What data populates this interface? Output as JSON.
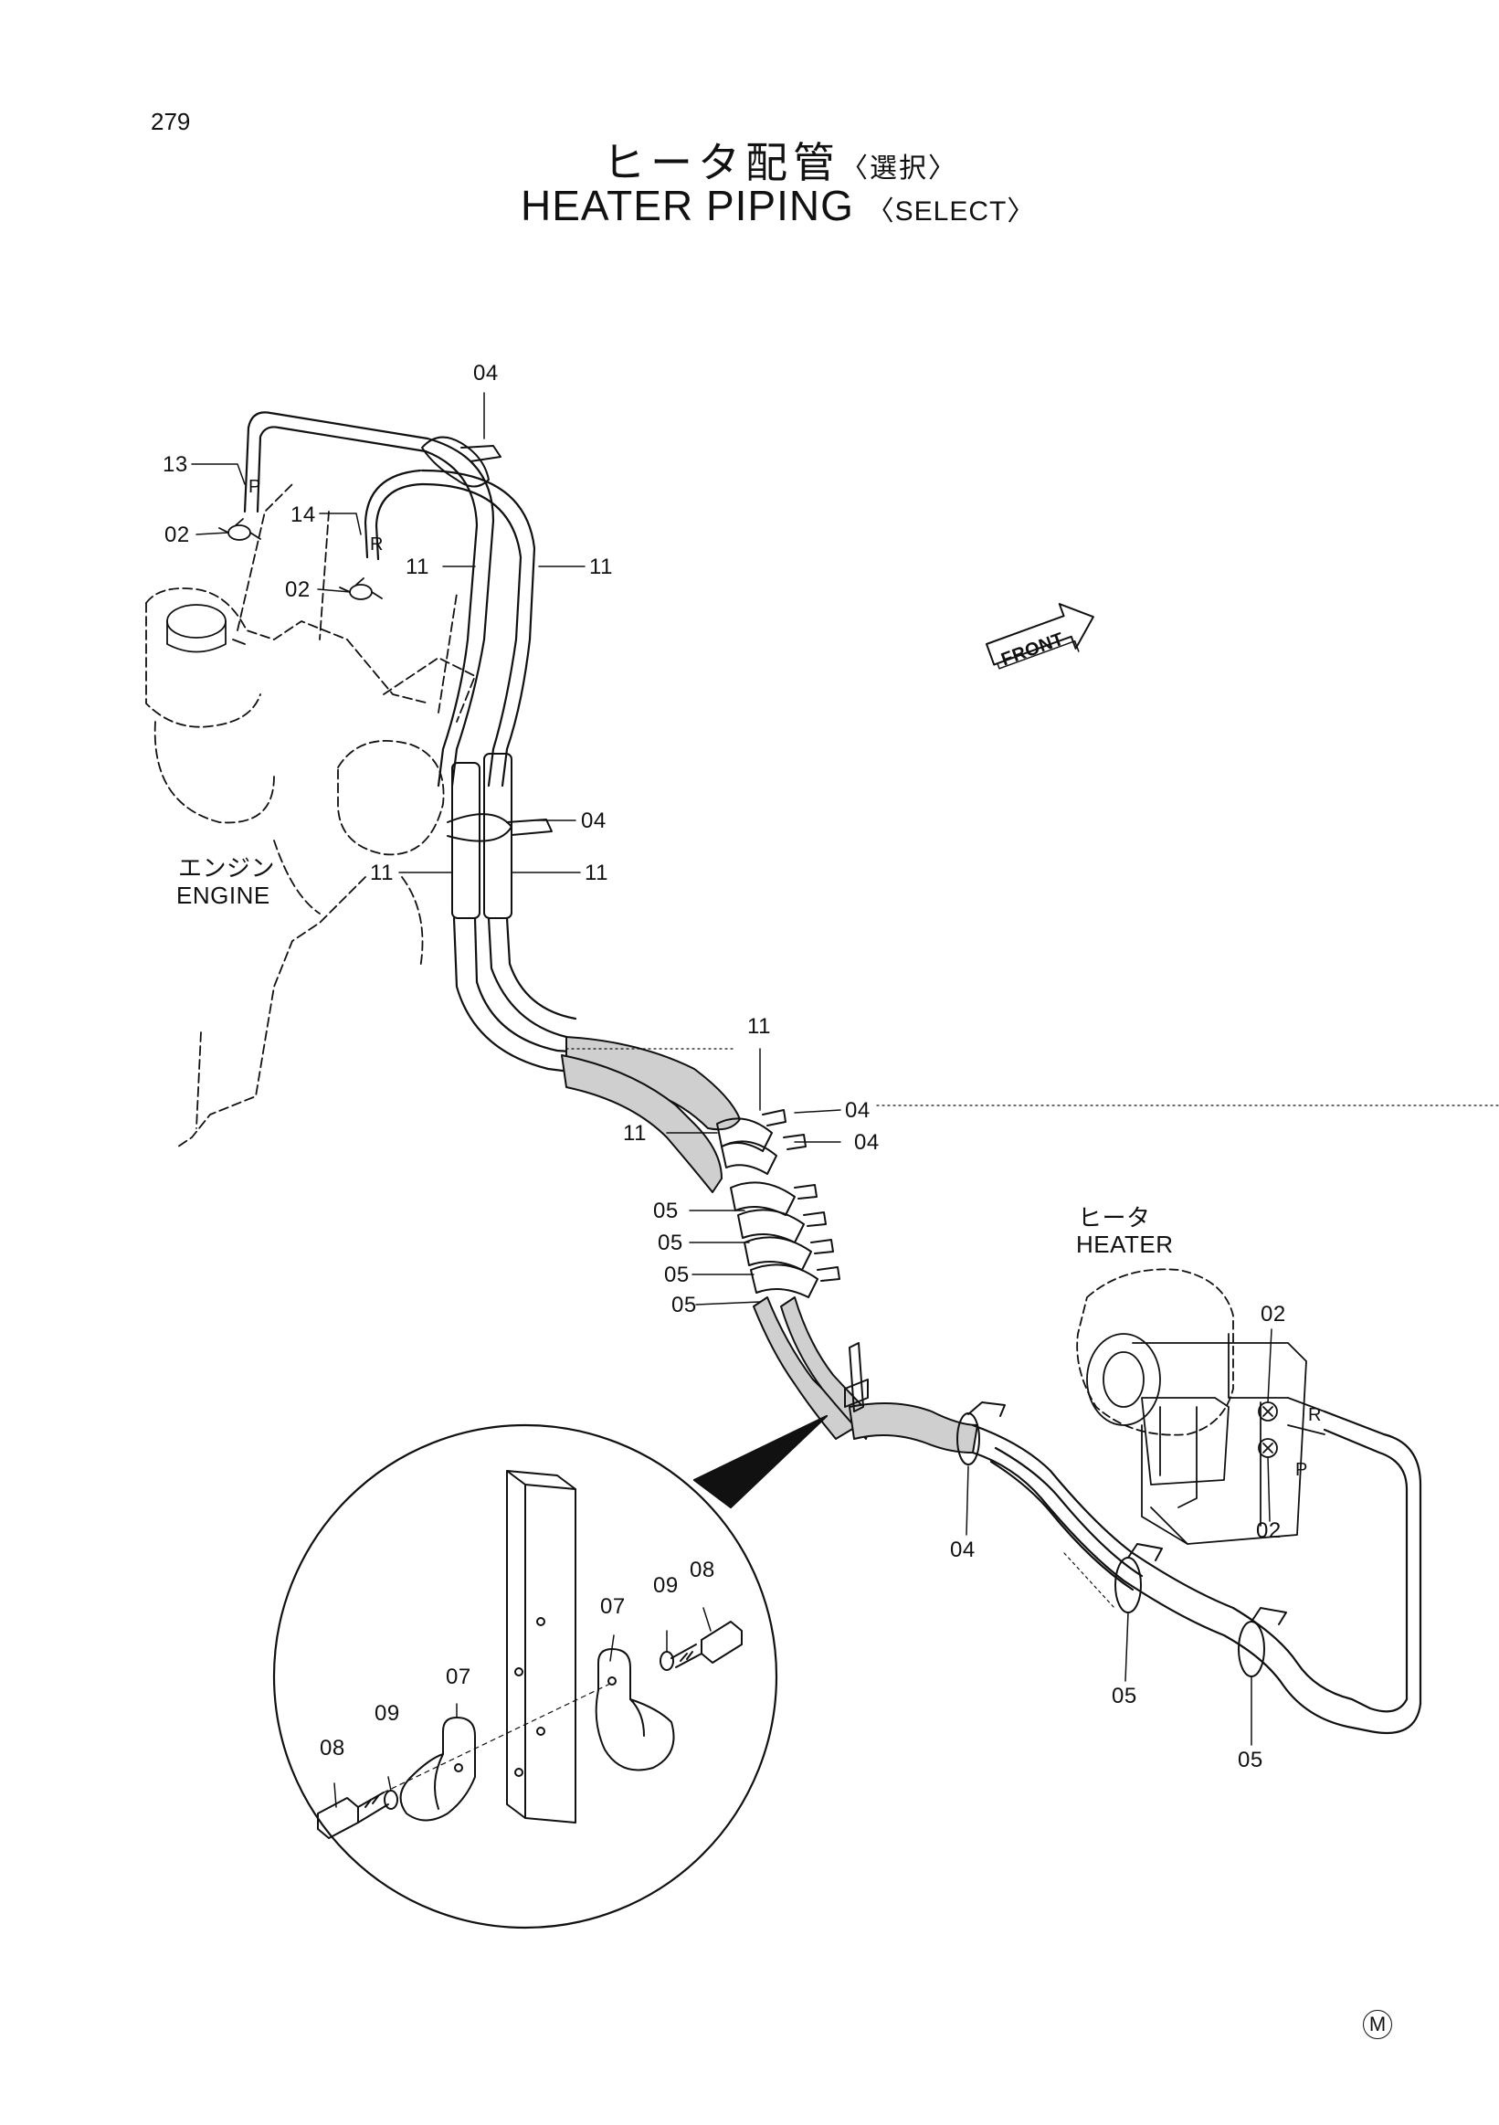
{
  "page_number": "279",
  "title": {
    "jp": "ヒータ配管",
    "jp_select": "〈選択〉",
    "en": "HEATER PIPING",
    "en_select": "〈SELECT〉"
  },
  "front_label": "FRONT",
  "engine_label": {
    "jp": "エンジン",
    "en": "ENGINE"
  },
  "heater_label": {
    "jp": "ヒータ",
    "en": "HEATER"
  },
  "port_labels": {
    "pressure": "P",
    "return": "R"
  },
  "callouts": {
    "c04a": "04",
    "c13": "13",
    "c02a": "02",
    "c14": "14",
    "c02b": "02",
    "c11a": "11",
    "c11b": "11",
    "c04b": "04",
    "c11c": "11",
    "c11d": "11",
    "c11e": "11",
    "c04c": "04",
    "c04d": "04",
    "c11f": "11",
    "c05a": "05",
    "c05b": "05",
    "c05c": "05",
    "c05d": "05",
    "c02c": "02",
    "c02d": "02",
    "c04e": "04",
    "c05e": "05",
    "c05f": "05",
    "c07a": "07",
    "c09a": "09",
    "c08a": "08",
    "c07b": "07",
    "c09b": "09",
    "c08b": "08"
  },
  "footer_mark": "M"
}
